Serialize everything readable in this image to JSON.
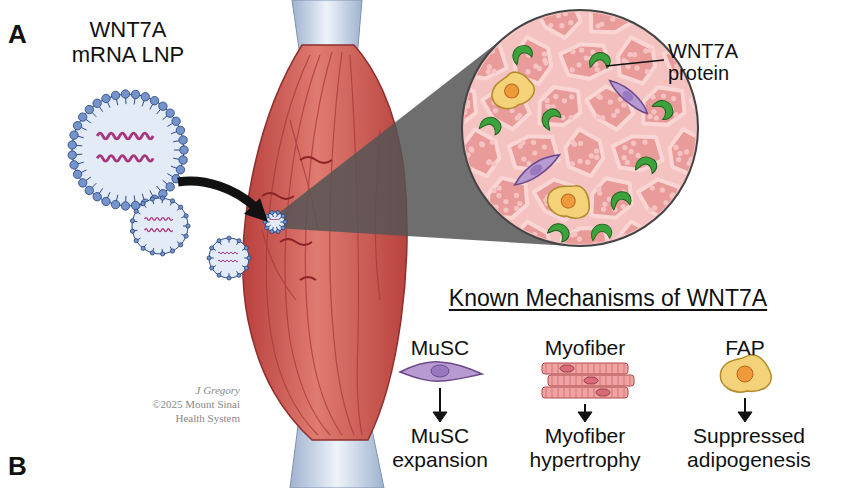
{
  "diagram": {
    "nodes": [
      {
        "text": [
          "WNT7A mRNA LNP"
        ]
      },
      {
        "text": [
          "MuSC"
        ]
      },
      {
        "text": [
          "Myofiber"
        ]
      },
      {
        "text": [
          "FAP"
        ]
      }
    ],
    "labels": [
      "A",
      "WNT7A protein",
      "Known Mechanisms of WNT7A",
      "MuSC expansion",
      "Myofiber hypertrophy",
      "Suppressed adipogenesis",
      "J Gregory",
      "©2025 Mount Sinai Health System",
      "B"
    ]
  }
}
